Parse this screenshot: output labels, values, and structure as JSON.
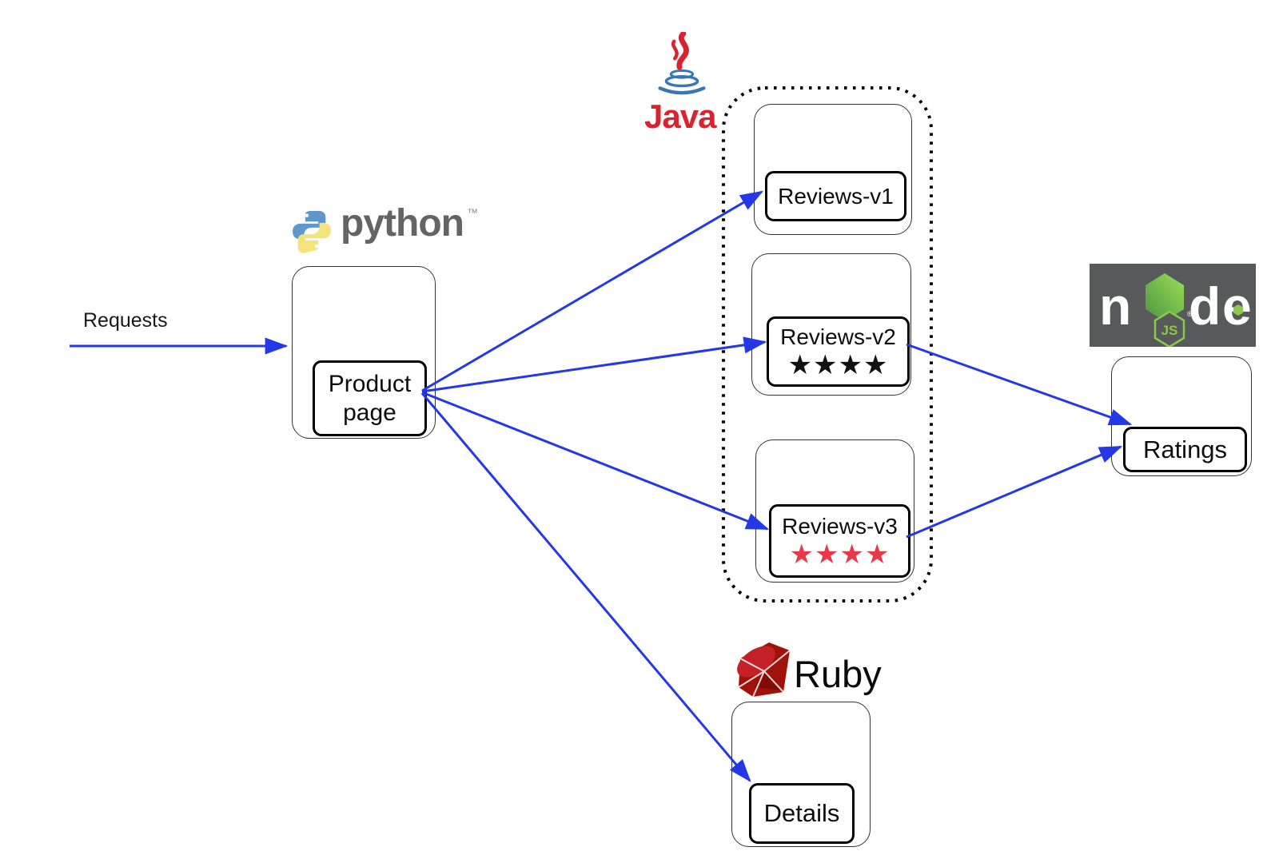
{
  "labels": {
    "requests": "Requests",
    "product_line1": "Product",
    "product_line2": "page",
    "reviews_v1": "Reviews-v1",
    "reviews_v2": "Reviews-v2",
    "reviews_v3": "Reviews-v3",
    "stars_v2": "★★★★",
    "stars_v3": "★★★★",
    "ratings": "Ratings",
    "details": "Details"
  },
  "logos": {
    "python": {
      "wordmark": "python",
      "tm": "™"
    },
    "java": {
      "wordmark": "Java"
    },
    "ruby": {
      "wordmark": "Ruby"
    },
    "node": {
      "n": "n",
      "d": "d",
      "e": "e",
      "badge": "JS",
      "reg": "®"
    }
  },
  "colors": {
    "arrow_blue": "#2438e8",
    "star_black": "#111111",
    "star_red": "#e8394a",
    "java_red": "#d9232e",
    "java_cup_blue": "#3a75b8",
    "python_gray": "#646464",
    "python_blue": "#5f97cd",
    "python_yellow": "#f3e37a",
    "node_bg": "#58595b",
    "node_green": "#8cc84b",
    "ruby_red": "#9e1209",
    "box_border": "#000000"
  }
}
